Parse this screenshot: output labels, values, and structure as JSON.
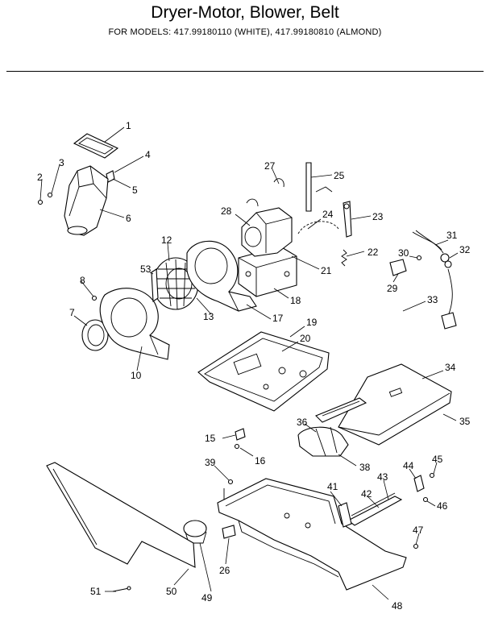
{
  "header": {
    "title": "Dryer-Motor, Blower, Belt",
    "models": "FOR MODELS:  417.99180110 (WHITE), 417.99180810 (ALMOND)"
  },
  "callouts": {
    "c1": "1",
    "c2": "2",
    "c3": "3",
    "c4": "4",
    "c5": "5",
    "c6": "6",
    "c7": "7",
    "c8": "8",
    "c10": "10",
    "c12": "12",
    "c13": "13",
    "c15": "15",
    "c16": "16",
    "c17": "17",
    "c18": "18",
    "c19": "19",
    "c20": "20",
    "c21": "21",
    "c22": "22",
    "c23": "23",
    "c24": "24",
    "c25": "25",
    "c26": "26",
    "c27": "27",
    "c28": "28",
    "c29": "29",
    "c30": "30",
    "c31": "31",
    "c32": "32",
    "c33": "33",
    "c34": "34",
    "c35": "35",
    "c36": "36",
    "c38": "38",
    "c39": "39",
    "c41": "41",
    "c42": "42",
    "c43": "43",
    "c44": "44",
    "c45": "45",
    "c46": "46",
    "c47": "47",
    "c48": "48",
    "c49": "49",
    "c50": "50",
    "c51": "51",
    "c53": "53"
  }
}
